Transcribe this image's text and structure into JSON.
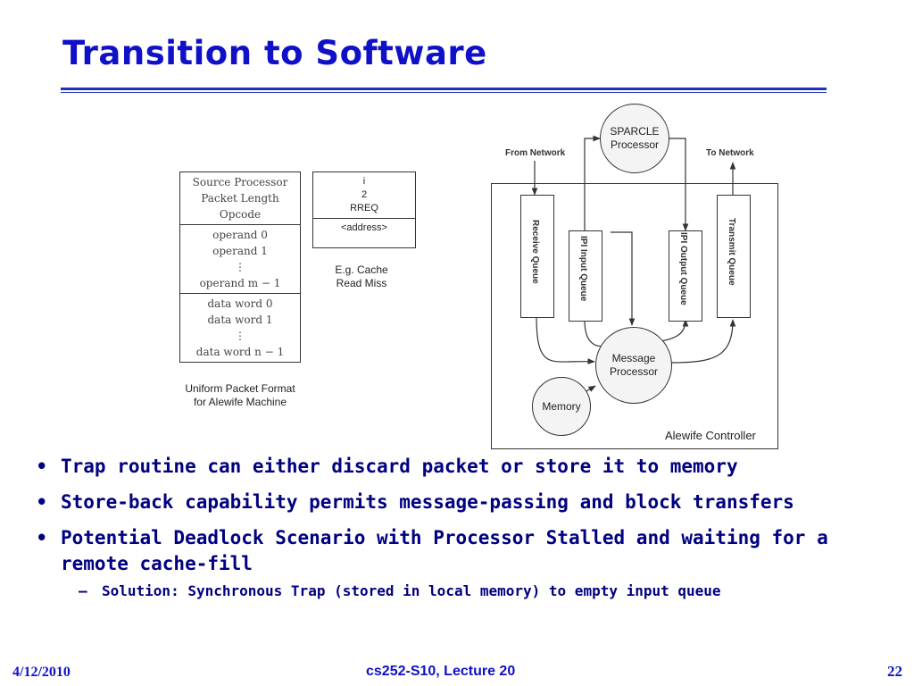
{
  "slide": {
    "title": "Transition to Software",
    "packet": {
      "header": [
        "Source Processor",
        "Packet Length",
        "Opcode"
      ],
      "operands": [
        "operand 0",
        "operand 1",
        "⋮",
        "operand m − 1"
      ],
      "data": [
        "data word 0",
        "data word 1",
        "⋮",
        "data word n − 1"
      ],
      "caption": [
        "Uniform Packet Format",
        "for Alewife Machine"
      ]
    },
    "example": {
      "fields": [
        "i",
        "2",
        "RREQ"
      ],
      "address": "<address>",
      "caption": [
        "E.g. Cache",
        "Read Miss"
      ]
    },
    "controller": {
      "sparcle": [
        "SPARCLE",
        "Processor"
      ],
      "from_network": "From Network",
      "to_network": "To Network",
      "receive_queue": "Receive Queue",
      "ipi_input": "IPI Input Queue",
      "ipi_output": "IPI Output Queue",
      "transmit_queue": "Transmit Queue",
      "message_processor": [
        "Message",
        "Processor"
      ],
      "memory": "Memory",
      "label": "Alewife Controller"
    },
    "bullets": [
      "Trap routine can either discard packet or store it to memory",
      "Store-back capability permits message-passing and block transfers",
      "Potential Deadlock Scenario with Processor Stalled and waiting for a remote cache-fill"
    ],
    "sub_bullet": "Solution: Synchronous Trap (stored in local memory) to empty input queue",
    "footer": {
      "date": "4/12/2010",
      "lecture": "cs252-S10, Lecture 20",
      "page": "22"
    },
    "colors": {
      "title": "#1010c8",
      "bullet_text": "#000080",
      "footer": "#1010c8"
    }
  }
}
